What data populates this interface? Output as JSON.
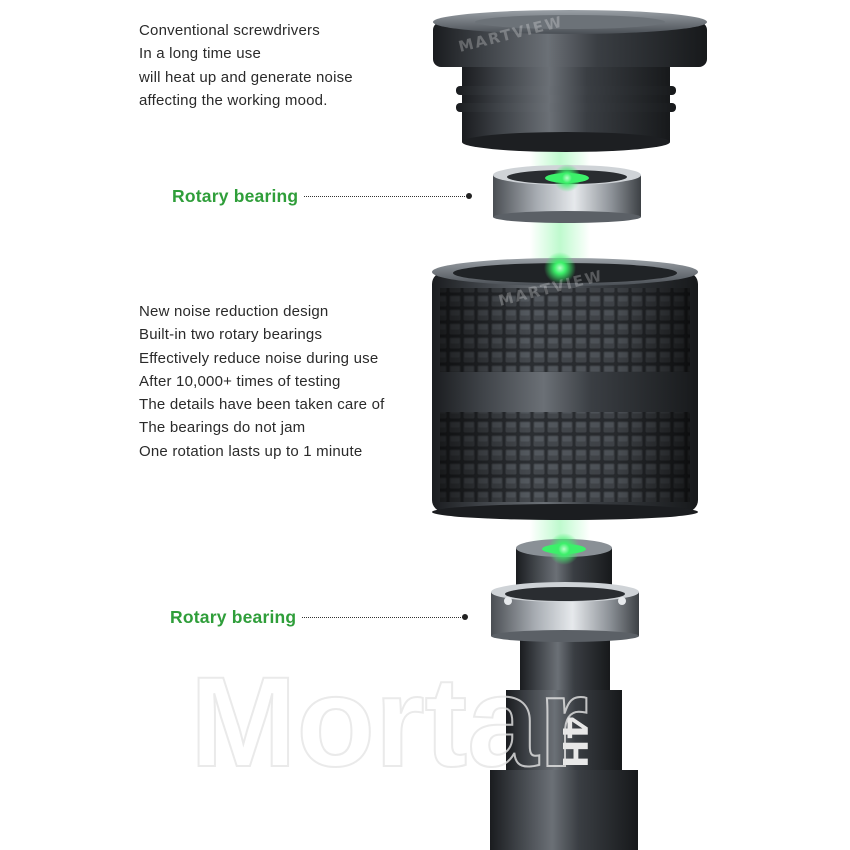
{
  "intro": {
    "lines": [
      "Conventional screwdrivers",
      "In a long time use",
      "will heat up and generate noise",
      "affecting the working mood."
    ]
  },
  "features": {
    "lines": [
      "New noise reduction design",
      "Built-in two rotary bearings",
      "Effectively reduce noise during use",
      "After 10,000+ times of testing",
      "The details have been taken care of",
      "The bearings do not jam",
      "One rotation lasts up to 1 minute"
    ]
  },
  "callouts": [
    {
      "label": "Rotary bearing"
    },
    {
      "label": "Rotary bearing"
    }
  ],
  "watermarks": {
    "brand": "MARTVIEW",
    "big": "Mortar"
  },
  "product": {
    "handle_mark": "4H"
  },
  "colors": {
    "callout_green": "#2f9e3a",
    "glow_green": "#3cf06a",
    "metal_dark": "#2e3135",
    "text": "#2a2a2a"
  },
  "icons": [
    "dotted-leader-line",
    "martview-logo-icon"
  ]
}
